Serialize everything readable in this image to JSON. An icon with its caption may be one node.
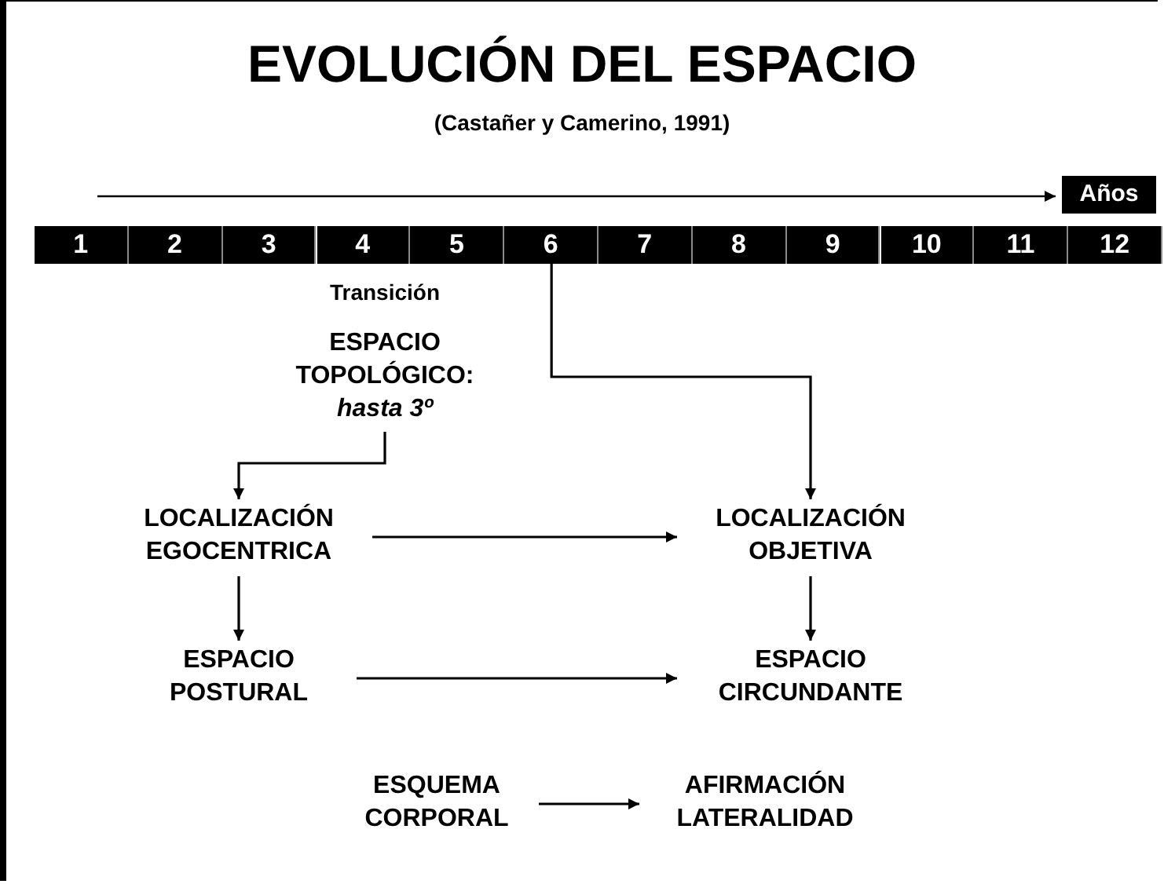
{
  "diagram": {
    "title": "EVOLUCIÓN DEL ESPACIO",
    "nodes": [
      {
        "text": [
          "Años"
        ]
      },
      {
        "text": [
          "1"
        ]
      },
      {
        "text": [
          "2"
        ]
      },
      {
        "text": [
          "3"
        ]
      },
      {
        "text": [
          "4"
        ]
      },
      {
        "text": [
          "5"
        ]
      },
      {
        "text": [
          "6"
        ]
      },
      {
        "text": [
          "7"
        ]
      },
      {
        "text": [
          "8"
        ]
      },
      {
        "text": [
          "9"
        ]
      },
      {
        "text": [
          "10"
        ]
      },
      {
        "text": [
          "11"
        ]
      },
      {
        "text": [
          "12"
        ]
      },
      {
        "text": [
          "ESPACIO TOPOLÓGICO:",
          "hasta 3º"
        ]
      },
      {
        "text": [
          "LOCALIZACIÓN EGOCENTRICA"
        ]
      },
      {
        "text": [
          "LOCALIZACIÓN OBJETIVA"
        ]
      },
      {
        "text": [
          "ESPACIO POSTURAL"
        ]
      },
      {
        "text": [
          "ESPACIO CIRCUNDANTE"
        ]
      },
      {
        "text": [
          "ESQUEMA CORPORAL"
        ]
      },
      {
        "text": [
          "AFIRMACIÓN LATERALIDAD"
        ]
      }
    ],
    "edges": [
      {
        "from": 6,
        "to": 15,
        "arrow": "to"
      },
      {
        "from": 13,
        "to": 14,
        "arrow": "to"
      },
      {
        "from": 14,
        "to": 15,
        "arrow": "to"
      },
      {
        "from": 14,
        "to": 16,
        "arrow": "to"
      },
      {
        "from": 15,
        "to": 17,
        "arrow": "to"
      },
      {
        "from": 16,
        "to": 17,
        "arrow": "to"
      },
      {
        "from": 18,
        "to": 19,
        "arrow": "to"
      }
    ],
    "labels": [
      "(Castañer y Camerino, 1991)",
      "Transición"
    ]
  }
}
